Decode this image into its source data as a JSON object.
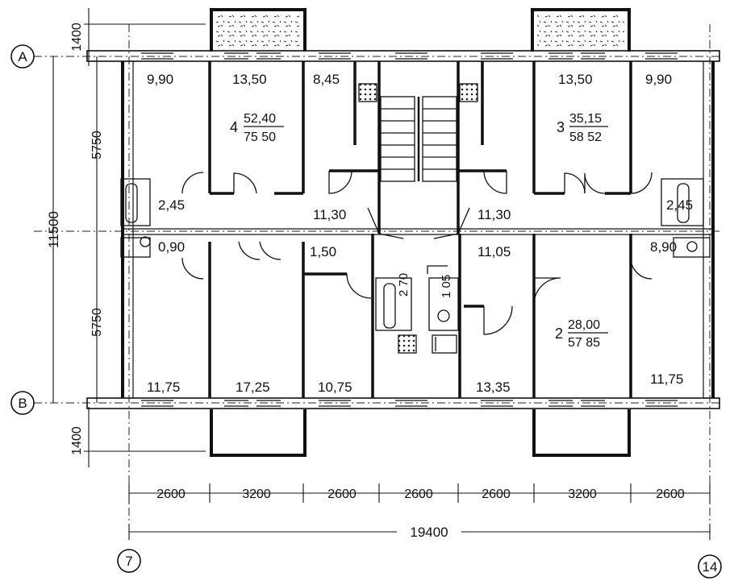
{
  "axes": {
    "row_a": "A",
    "row_b": "B",
    "col_left": "7",
    "col_right": "14"
  },
  "dimensions": {
    "top_offset": "1400",
    "bottom_offset": "1400",
    "total_depth": "11500",
    "upper_depth": "5750",
    "lower_depth": "5750",
    "bays": [
      "2600",
      "3200",
      "2600",
      "2600",
      "2600",
      "3200",
      "2600"
    ],
    "total_width": "19400"
  },
  "rooms": {
    "r1": "9,90",
    "r2": "13,50",
    "r3": "8,45",
    "r4": "13,50",
    "r5": "9,90",
    "r6": "2,45",
    "r7": "11,30",
    "r8": "11,30",
    "r9": "2,45",
    "r10": "0,90",
    "r11": "1,50",
    "r12": "11,05",
    "r13": "8,90",
    "r14": "2 70",
    "r15": "1 05",
    "r16": "11,75",
    "r17": "17,25",
    "r18": "10,75",
    "r19": "13,35",
    "r20": "11,75"
  },
  "apartments": [
    {
      "rooms": "4",
      "living": "52,40",
      "total": "75 50"
    },
    {
      "rooms": "3",
      "living": "35,15",
      "total": "58 52"
    },
    {
      "rooms": "2",
      "living": "28,00",
      "total": "57 85"
    }
  ]
}
